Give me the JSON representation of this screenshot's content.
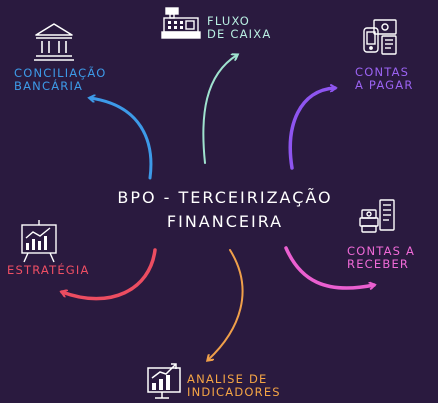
{
  "center": {
    "line1": "BPO - TERCEIRIZAÇÃO",
    "line2": "FINANCEIRA"
  },
  "nodes": {
    "fluxo": {
      "line1": "FLUXO",
      "line2": "DE CAIXA",
      "color": "#b9efe2",
      "icon": "cash-register-icon"
    },
    "pagar": {
      "line1": "CONTAS",
      "line2": "A PAGAR",
      "color": "#9b63f2",
      "icon": "bill-payment-icon"
    },
    "receber": {
      "line1": "CONTAS A",
      "line2": "RECEBER",
      "color": "#f06ad8",
      "icon": "money-receipt-icon"
    },
    "indicadores": {
      "line1": "ANALISE DE",
      "line2": "INDICADORES",
      "color": "#f5a545",
      "icon": "growth-chart-icon"
    },
    "estrategia": {
      "line1": "ESTRATÉGIA",
      "line2": "",
      "color": "#ef4f64",
      "icon": "whiteboard-chart-icon"
    },
    "conciliacao": {
      "line1": "CONCILIAÇÃO",
      "line2": "BANCÁRIA",
      "color": "#3d9ae8",
      "icon": "bank-icon"
    }
  }
}
